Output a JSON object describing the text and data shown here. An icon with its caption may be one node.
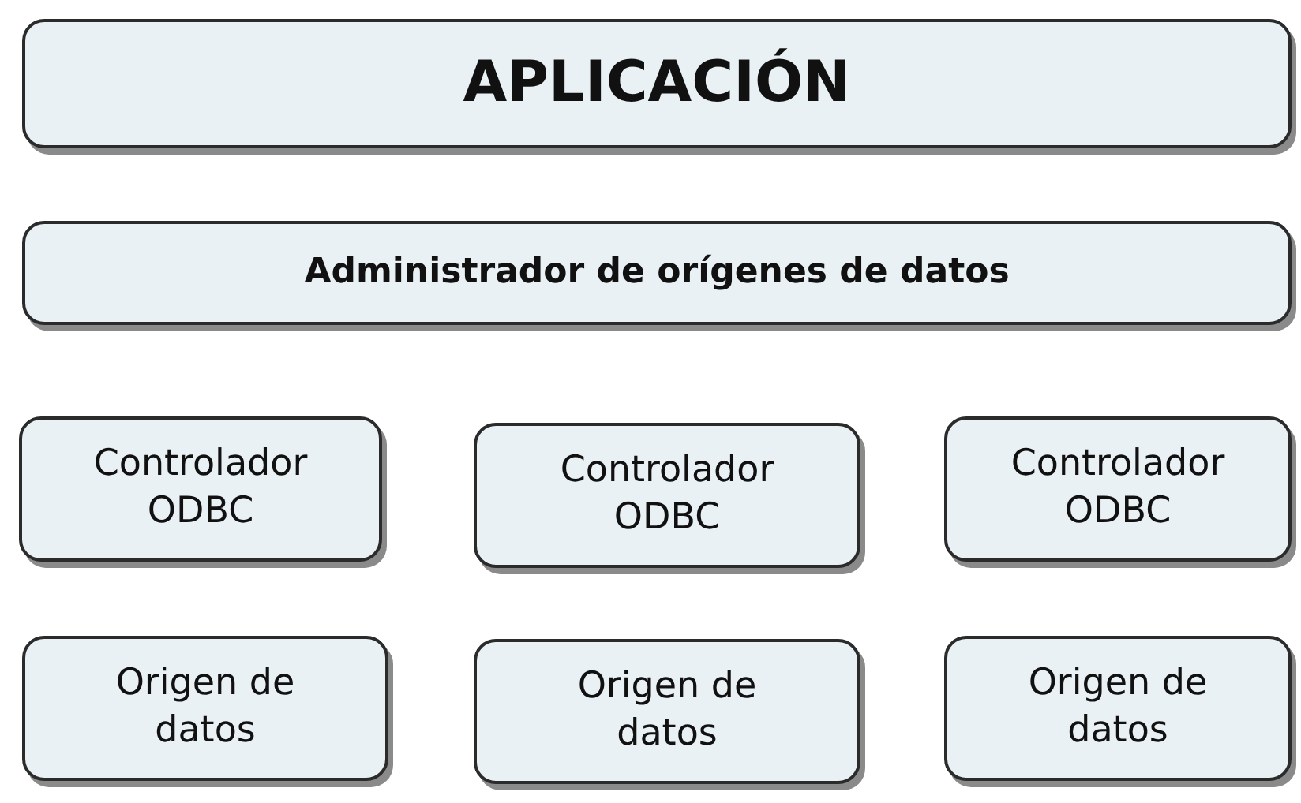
{
  "diagram": {
    "nodes": [
      {
        "text": [
          "APLICACIÓN"
        ]
      },
      {
        "text": [
          "Administrador de orígenes de datos"
        ]
      },
      {
        "text": [
          "Controlador ODBC"
        ]
      },
      {
        "text": [
          "Controlador ODBC"
        ]
      },
      {
        "text": [
          "Controlador ODBC"
        ]
      },
      {
        "text": [
          "Origen de datos"
        ]
      },
      {
        "text": [
          "Origen de datos"
        ]
      },
      {
        "text": [
          "Origen de datos"
        ]
      }
    ]
  }
}
